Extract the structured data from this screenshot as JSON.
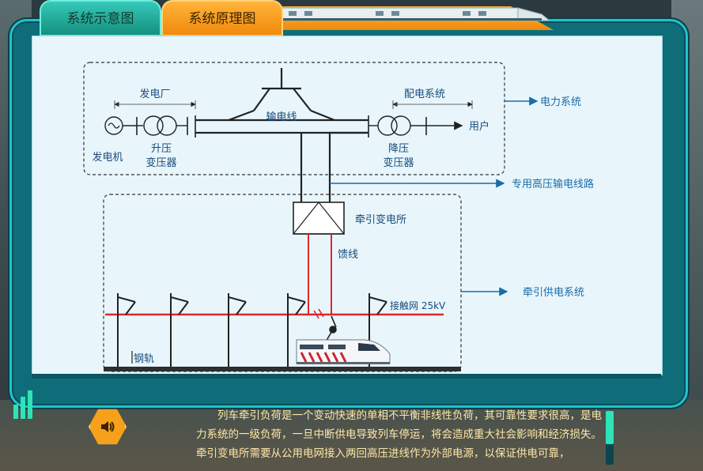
{
  "tabs": {
    "overview": "系统示意图",
    "principle": "系统原理图"
  },
  "diagram": {
    "power_plant": "发电厂",
    "distribution": "配电系统",
    "power_system": "电力系统",
    "transmission_line": "输电线",
    "user": "用户",
    "generator": "发电机",
    "step_up_l1": "升压",
    "step_up_l2": "变压器",
    "step_down_l1": "降压",
    "step_down_l2": "变压器",
    "dedicated_line": "专用高压输电线路",
    "traction_substation": "牵引变电所",
    "feeder": "馈线",
    "traction_system": "牵引供电系统",
    "catenary": "接触网 25kV",
    "rail": "钢轨"
  },
  "caption": {
    "text": "列车牵引负荷是一个变动快速的单相不平衡非线性负荷，其可靠性要求很高，是电力系统的一级负荷，一旦中断供电导致列车停运，将会造成重大社会影响和经济损失。牵引变电所需要从公用电网接入两回高压进线作为外部电源，以保证供电可靠，"
  },
  "icons": {
    "sound": "speaker-icon",
    "chart": "bar-chart-icon"
  },
  "colors": {
    "frame": "#0f6d7a",
    "frame_border": "#1ec3cc",
    "canvas": "#e8f6fc",
    "tab_active": "#f08a0c",
    "tab_inactive": "#14907f",
    "line_blue": "#1a6ca8",
    "feeder_red": "#e0262b",
    "caption_text": "#ffe7a8"
  }
}
